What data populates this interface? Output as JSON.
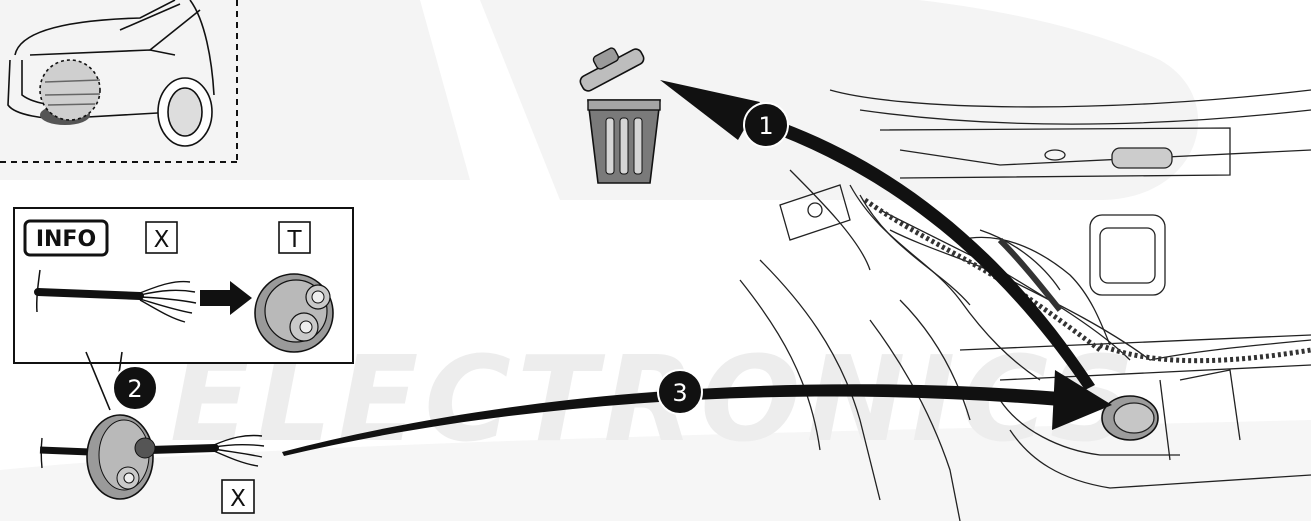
{
  "watermark": {
    "text": "ELECTRONICS"
  },
  "info_panel": {
    "badge": "INFO",
    "label_left": "X",
    "label_right": "T"
  },
  "bottom_label": "X",
  "steps": [
    {
      "number": "1",
      "action": "remove-to-trash"
    },
    {
      "number": "2",
      "action": "fit-grommet-on-cable"
    },
    {
      "number": "3",
      "action": "route-cable-into-opening"
    }
  ],
  "colors": {
    "line": "#111111",
    "grey_fill": "#b8b8b8",
    "dark_grey": "#6d6d6d",
    "watermark": "#ededed",
    "step_badge": "#111111"
  },
  "icons": [
    "car-rear-icon",
    "trash-can-icon",
    "grommet-icon",
    "cable-icon",
    "arrow-icon"
  ]
}
